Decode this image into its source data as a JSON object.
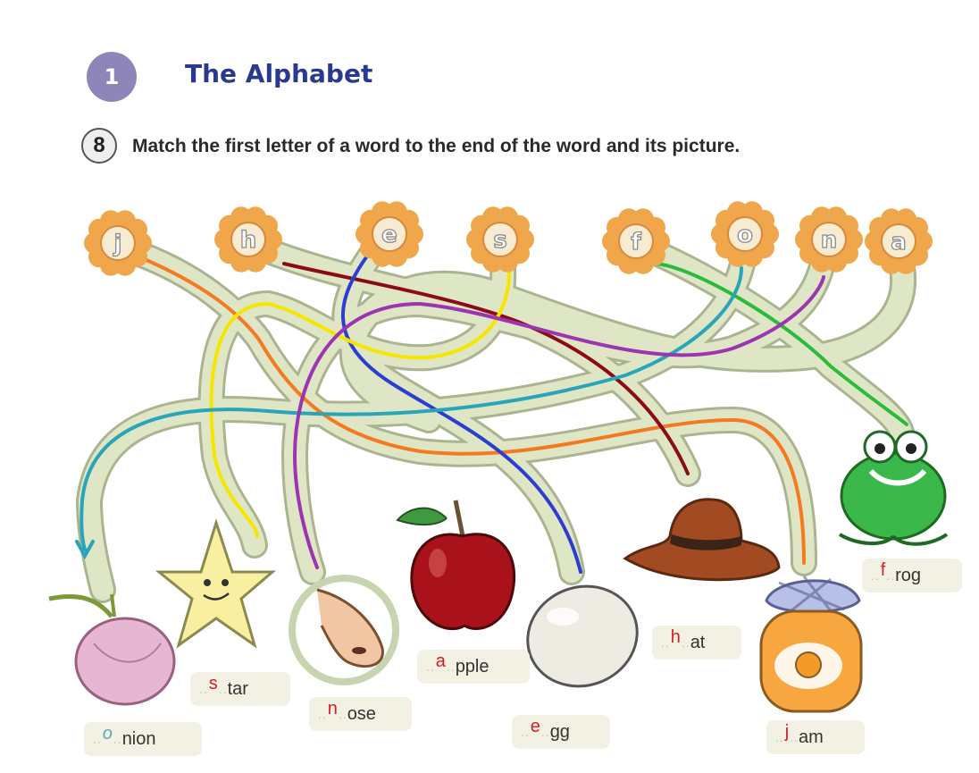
{
  "header": {
    "unit_number": "1",
    "unit_title": "The Alphabet",
    "exercise_number": "8",
    "instruction": "Match the first letter of a word to the end of the word and its picture."
  },
  "letters": [
    "j",
    "h",
    "e",
    "s",
    "f",
    "o",
    "n",
    "a"
  ],
  "words": [
    {
      "answer": "o",
      "ending": "nion",
      "picture": "onion-icon"
    },
    {
      "answer": "s",
      "ending": "tar",
      "picture": "star-icon"
    },
    {
      "answer": "n",
      "ending": "ose",
      "picture": "nose-icon"
    },
    {
      "answer": "a",
      "ending": "pple",
      "picture": "apple-icon"
    },
    {
      "answer": "e",
      "ending": "gg",
      "picture": "egg-icon"
    },
    {
      "answer": "h",
      "ending": "at",
      "picture": "hat-icon"
    },
    {
      "answer": "j",
      "ending": "am",
      "picture": "jam-jar-icon"
    },
    {
      "answer": "f",
      "ending": "rog",
      "picture": "frog-icon"
    }
  ],
  "colors": {
    "path_fill": "#dfe6c6",
    "path_edge": "#aab48f",
    "flower": "#f0a64a",
    "flower_center": "#f7ecd2",
    "title": "#2a3990",
    "answer": "#d11f1f",
    "lines": {
      "j": "#f47a20",
      "h": "#8b0b16",
      "e": "#2a3fd0",
      "s": "#f5e600",
      "f": "#2bbb3a",
      "o": "#2aa4b8",
      "n": "#9b35b0",
      "a": "#9b35b0"
    }
  }
}
